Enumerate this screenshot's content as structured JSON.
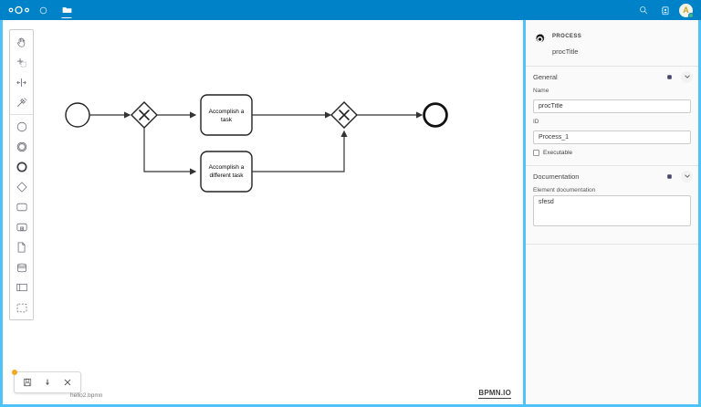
{
  "header": {
    "logo_name": "nextcloud-logo",
    "apps": [
      {
        "name": "dashboard",
        "label": "Dashboard",
        "active": false
      },
      {
        "name": "files",
        "label": "Files",
        "active": true
      }
    ],
    "right_actions": [
      {
        "name": "search",
        "label": "Search"
      },
      {
        "name": "contacts",
        "label": "Contacts"
      }
    ],
    "avatar": {
      "initial": "A",
      "status": "online"
    },
    "accent_color": "#0082c9"
  },
  "app": {
    "border_color": "#4fc3f7"
  },
  "palette": {
    "groups": [
      {
        "items": [
          {
            "name": "hand-tool",
            "label": "Activate the hand tool"
          },
          {
            "name": "lasso-tool",
            "label": "Activate the lasso tool"
          },
          {
            "name": "space-tool",
            "label": "Activate the create/remove space tool"
          },
          {
            "name": "global-connect-tool",
            "label": "Activate the global connect tool"
          }
        ]
      },
      {
        "items": [
          {
            "name": "start-event",
            "label": "Create StartEvent"
          },
          {
            "name": "intermediate-event",
            "label": "Create Intermediate/Boundary Event"
          },
          {
            "name": "end-event",
            "label": "Create EndEvent"
          },
          {
            "name": "exclusive-gateway",
            "label": "Create Gateway"
          },
          {
            "name": "task",
            "label": "Create Task"
          },
          {
            "name": "subprocess",
            "label": "Create expanded SubProcess"
          },
          {
            "name": "data-object",
            "label": "Create DataObjectReference"
          },
          {
            "name": "data-store",
            "label": "Create DataStoreReference"
          },
          {
            "name": "participant",
            "label": "Create Pool/Participant"
          },
          {
            "name": "group",
            "label": "Create Group"
          }
        ]
      }
    ]
  },
  "diagram": {
    "type": "bpmn",
    "elements": [
      {
        "id": "StartEvent_1",
        "name": "start-event",
        "type": "startEvent",
        "label": ""
      },
      {
        "id": "Gateway_split",
        "name": "exclusive-gateway-split",
        "type": "exclusiveGateway",
        "label": ""
      },
      {
        "id": "Task_1",
        "name": "task-accomplish-a-task",
        "type": "task",
        "label": "Accomplish a task"
      },
      {
        "id": "Task_2",
        "name": "task-accomplish-a-different-task",
        "type": "task",
        "label": "Accomplish a different task"
      },
      {
        "id": "Gateway_join",
        "name": "exclusive-gateway-join",
        "type": "exclusiveGateway",
        "label": ""
      },
      {
        "id": "EndEvent_1",
        "name": "end-event",
        "type": "endEvent",
        "label": ""
      }
    ],
    "task1_line1": "Accomplish a",
    "task1_line2": "task",
    "task2_line1": "Accomplish a",
    "task2_line2": "different task",
    "watermark": "BPMN.IO"
  },
  "file_toolbar": {
    "dirty": true,
    "buttons": [
      {
        "name": "save",
        "label": "Save"
      },
      {
        "name": "download",
        "label": "Download"
      },
      {
        "name": "close",
        "label": "Close"
      }
    ],
    "file_name": "hello2.bpmn"
  },
  "properties": {
    "header": {
      "type": "PROCESS",
      "name": "procTitle",
      "icon": "process-gear-icon"
    },
    "groups": [
      {
        "title": "General",
        "fields": [
          {
            "label": "Name",
            "value": "procTitle",
            "name": "name"
          },
          {
            "label": "ID",
            "value": "Process_1",
            "name": "id"
          }
        ],
        "checkbox": {
          "label": "Executable",
          "checked": false
        }
      },
      {
        "title": "Documentation",
        "fields": [
          {
            "label": "Element documentation",
            "value": "sfesd",
            "name": "element-documentation"
          }
        ]
      }
    ],
    "general_title": "General",
    "name_label": "Name",
    "name_value": "procTitle",
    "id_label": "ID",
    "id_value": "Process_1",
    "executable_label": "Executable",
    "documentation_title": "Documentation",
    "doc_label": "Element documentation",
    "doc_value": "sfesd"
  }
}
